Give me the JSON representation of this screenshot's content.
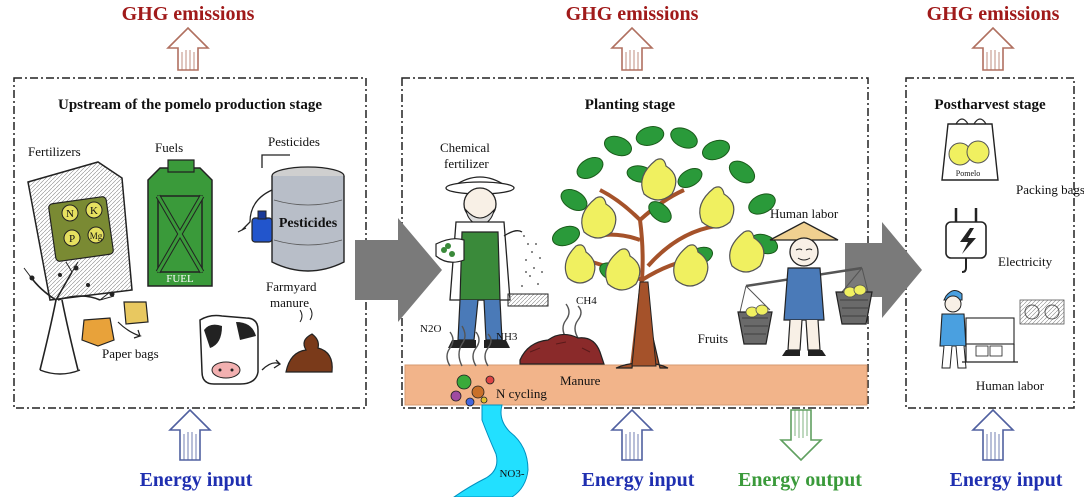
{
  "ghg": {
    "left": "GHG emissions",
    "middle": "GHG emissions",
    "right": "GHG emissions"
  },
  "energy": {
    "input_left": "Energy input",
    "input_middle": "Energy input",
    "output": "Energy output",
    "input_right": "Energy input"
  },
  "stages": {
    "upstream": {
      "title": "Upstream of the pomelo production stage",
      "fertilizers": "Fertilizers",
      "fuels": "Fuels",
      "pesticides": "Pesticides",
      "pesticides_can": "Pesticides",
      "fuel_can": "FUEL",
      "paper_bags": "Paper bags",
      "farmyard": "Farmyard",
      "manure": "manure",
      "npk": [
        "N",
        "K",
        "P",
        "Mg"
      ]
    },
    "planting": {
      "title": "Planting stage",
      "chemical": "Chemical",
      "fertilizer": "fertilizer",
      "human_labor": "Human labor",
      "fruits": "Fruits",
      "n2o": "N2O",
      "nh3": "NH3",
      "ch4": "CH4",
      "n_cycling": "N cycling",
      "manure": "Manure",
      "no3": "NO3-"
    },
    "postharvest": {
      "title": "Postharvest stage",
      "packing_bags": "Packing bags",
      "electricity": "Electricity",
      "human_labor": "Human labor",
      "bag_text": "Pomelo"
    }
  },
  "colors": {
    "ghg_arrow": "#b07060",
    "input_arrow": "#5060a0",
    "output_arrow": "#60a060",
    "soil": "#f2b48a",
    "flow_arrow": "#7a7a7a",
    "river": "#22e0ff",
    "leaf": "#2a9a3a",
    "fruit": "#f0f060",
    "trunk": "#a5522a"
  }
}
